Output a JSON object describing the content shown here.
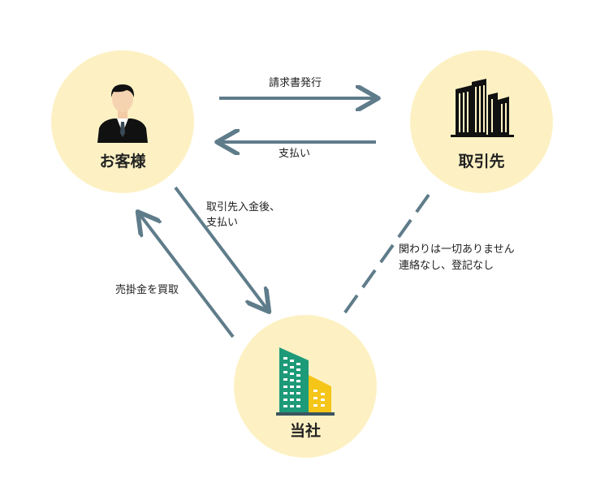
{
  "nodes": {
    "customer": {
      "label": "お客様",
      "icon": "person-icon"
    },
    "partner": {
      "label": "取引先",
      "icon": "office-building-icon"
    },
    "company": {
      "label": "当社",
      "icon": "company-building-icon"
    }
  },
  "edges": {
    "invoice": {
      "label": "請求書発行"
    },
    "payment": {
      "label": "支払い"
    },
    "company_pays": {
      "lines": [
        "取引先入金後、",
        "支払い"
      ]
    },
    "purchase": {
      "label": "売掛金を買取"
    },
    "no_relation": {
      "lines": [
        "関わりは一切ありません",
        "連絡なし、登記なし"
      ]
    }
  },
  "colors": {
    "circle_fill": "#fdf1c4",
    "arrow": "#5f7c8a",
    "icon_dark": "#111111",
    "company_green": "#1d9a78",
    "company_yellow": "#f5c518"
  }
}
